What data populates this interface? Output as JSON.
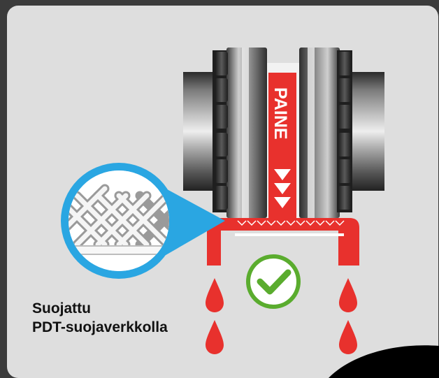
{
  "pressure_label": "PAINE",
  "caption": {
    "line1": "Suojattu",
    "line2": "PDT-suojaverkkolla"
  },
  "colors": {
    "background": "#3b3b3b",
    "panel": "#dedede",
    "red": "#e8312d",
    "blue": "#2aa6e2",
    "green": "#5aac2e",
    "metal_dark": "#2b2b2b"
  },
  "icons": [
    "flange-joint",
    "magnifier-mesh",
    "checkmark-icon",
    "drip-icon",
    "pressure-arrows-icon"
  ]
}
